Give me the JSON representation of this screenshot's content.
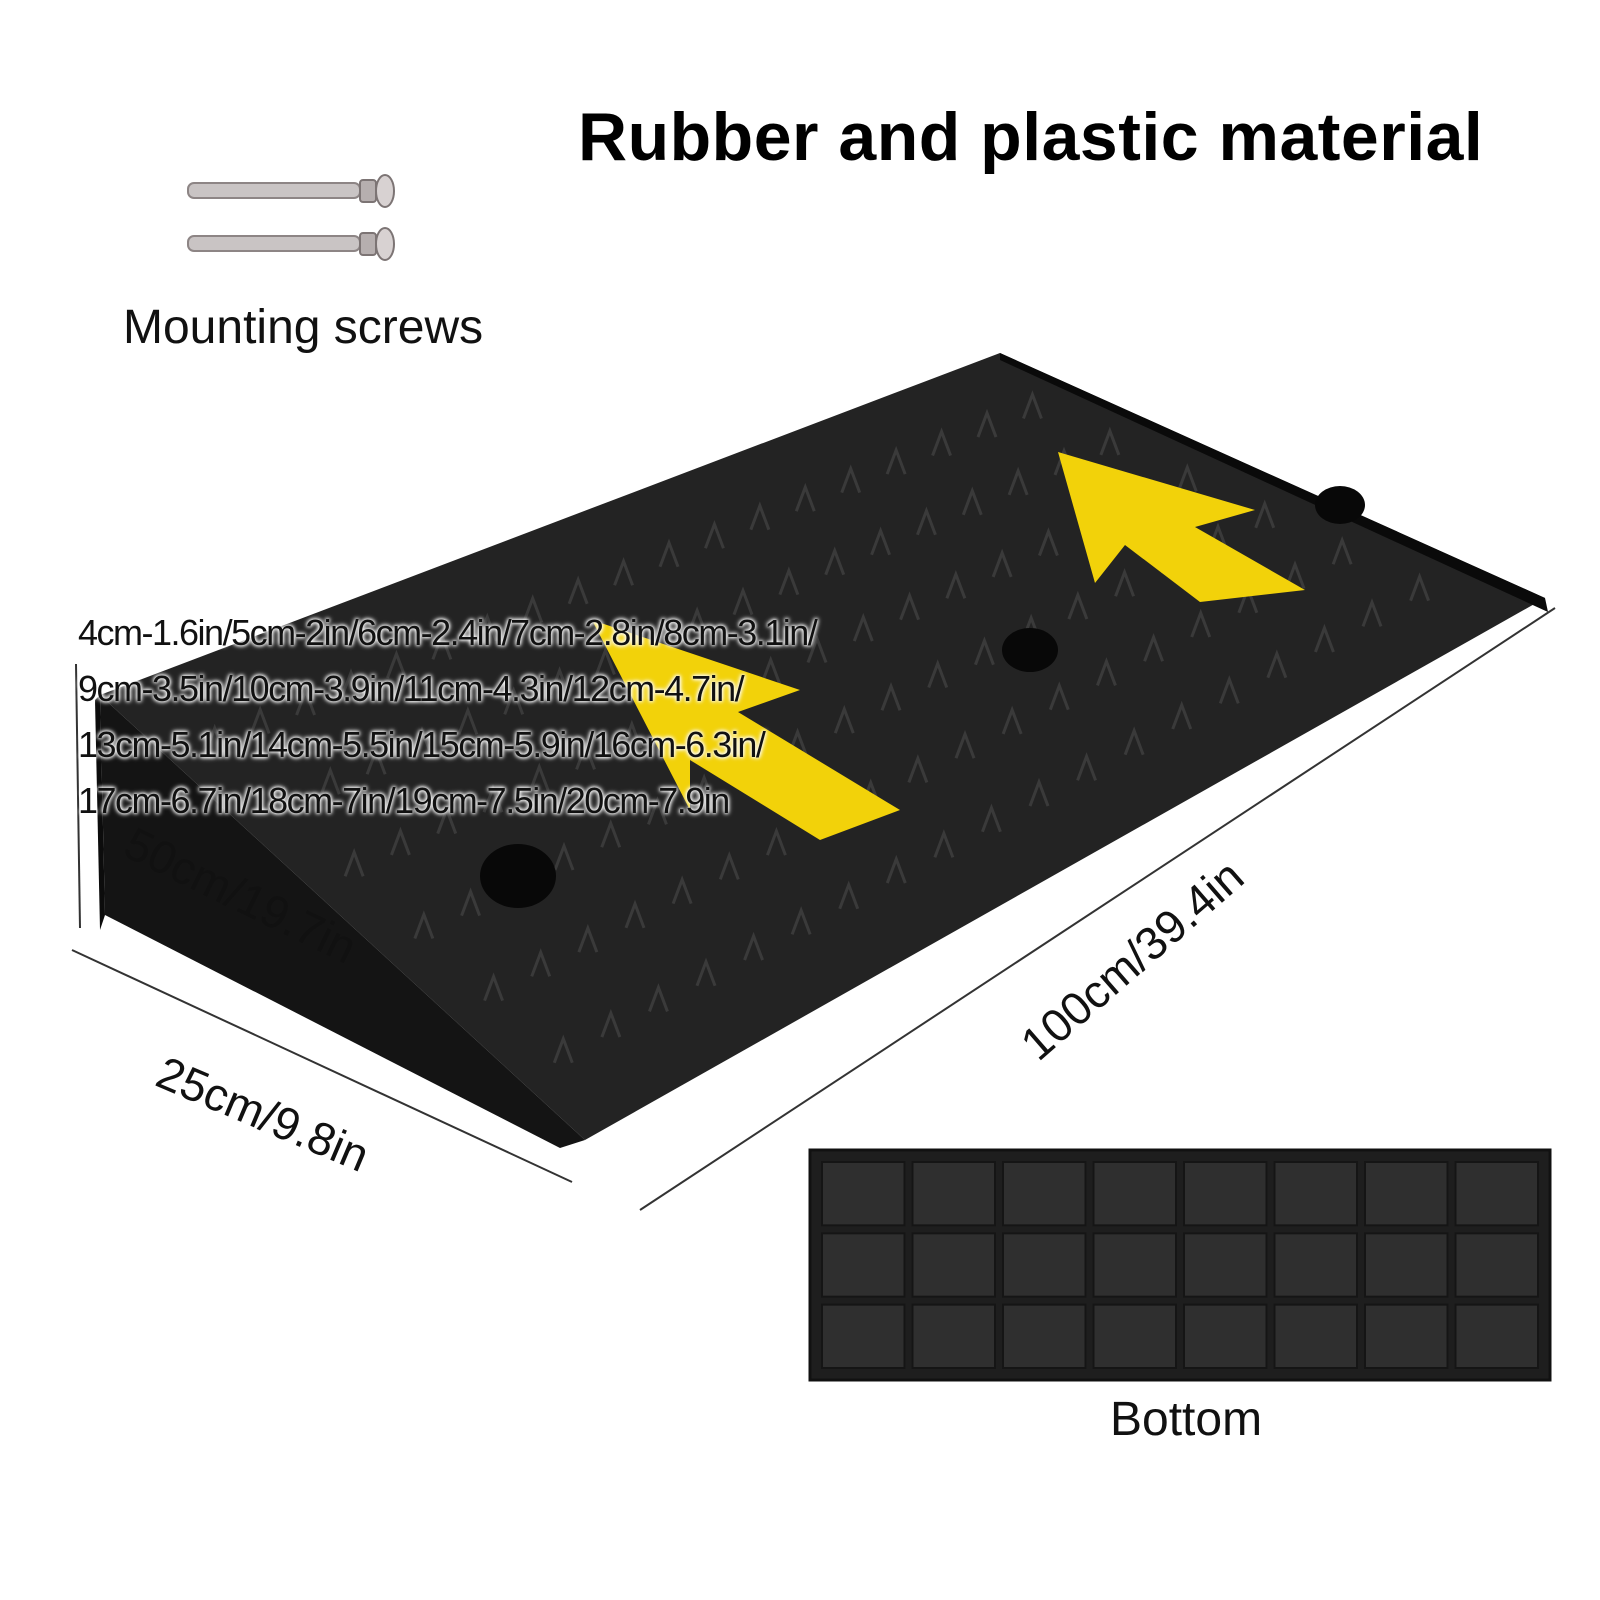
{
  "title": "Rubber and plastic material",
  "accessory": {
    "label": "Mounting screws",
    "icon": "screw-icon"
  },
  "heights_text": [
    "4cm-1.6in/5cm-2in/6cm-2.4in/7cm-2.8in/8cm-3.1in/",
    "9cm-3.5in/10cm-3.9in/11cm-4.3in/12cm-4.7in/",
    "13cm-5.1in/14cm-5.5in/15cm-5.9in/16cm-6.3in/",
    "17cm-6.7in/18cm-7in/19cm-7.5in/20cm-7.9in"
  ],
  "dimensions": {
    "depth": "50cm/19.7in",
    "width": "25cm/9.8in",
    "length": "100cm/39.4in"
  },
  "bottom_view": {
    "label": "Bottom"
  },
  "colors": {
    "ramp": "#1c1c1c",
    "arrow": "#f2d20a",
    "text": "#000000"
  }
}
